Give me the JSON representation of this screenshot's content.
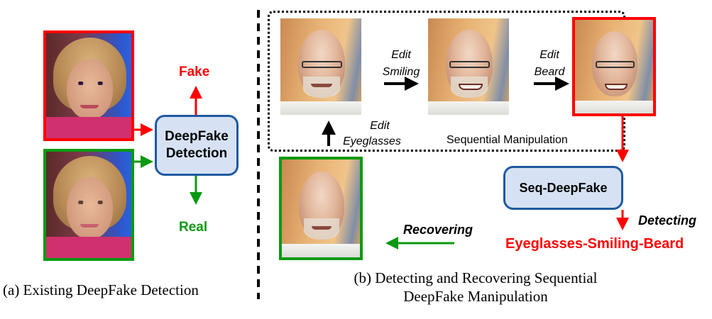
{
  "panel_a": {
    "images": [
      {
        "label": "fake-face",
        "frame": "red"
      },
      {
        "label": "real-face",
        "frame": "green"
      }
    ],
    "process_box": {
      "line1": "DeepFake",
      "line2": "Detection"
    },
    "output_fake": "Fake",
    "output_real": "Real",
    "caption": "(a) Existing DeepFake Detection"
  },
  "panel_b": {
    "sequence": {
      "step1": {
        "line1": "Edit",
        "line2": "Eyeglasses"
      },
      "step2": {
        "line1": "Edit",
        "line2": "Smiling"
      },
      "step3": {
        "line1": "Edit",
        "line2": "Beard"
      },
      "group_label": "Sequential Manipulation"
    },
    "process_box": "Seq-DeepFake",
    "detecting_label": "Detecting",
    "result_sequence": "Eyeglasses-Smiling-Beard",
    "recovering_label": "Recovering",
    "caption_line1": "(b) Detecting and Recovering Sequential",
    "caption_line2": "DeepFake Manipulation"
  },
  "colors": {
    "fake": "#ff0000",
    "real": "#0a9a12",
    "box_fill": "#d6e2f4",
    "box_border": "#1e5aa0"
  }
}
